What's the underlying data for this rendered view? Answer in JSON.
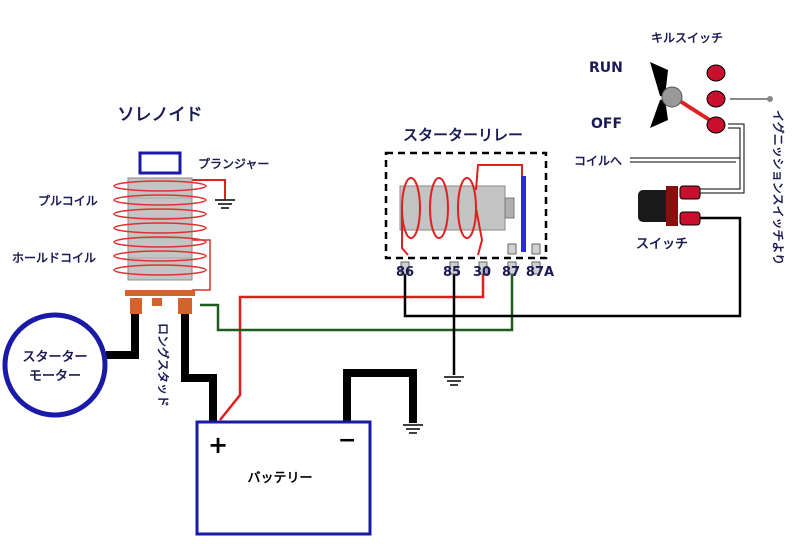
{
  "labels": {
    "solenoid": "ソレノイド",
    "plunger": "プランジャー",
    "pull_coil": "プルコイル",
    "hold_coil": "ホールドコイル",
    "starter_motor_line1": "スターター",
    "starter_motor_line2": "モーター",
    "long_stud": "ロングスタッド",
    "battery": "バッテリー",
    "battery_plus": "+",
    "battery_minus": "−",
    "starter_relay": "スターターリレー",
    "pin_86": "86",
    "pin_85": "85",
    "pin_30": "30",
    "pin_87": "87",
    "pin_87a": "87A",
    "kill_switch": "キルスイッチ",
    "run": "RUN",
    "off": "OFF",
    "to_coil": "コイルへ",
    "switch": "スイッチ",
    "from_ignition": "イグニッションスイッチより"
  },
  "colors": {
    "wire_black": "#000000",
    "wire_red": "#e02020",
    "wire_green": "#1e5c1e",
    "outline_blue": "#1a1aa8",
    "coil_red": "#e03030",
    "terminal_orange": "#d4622a",
    "relay_contact_blue": "#2a2ad8",
    "switch_red": "#c8102e"
  }
}
